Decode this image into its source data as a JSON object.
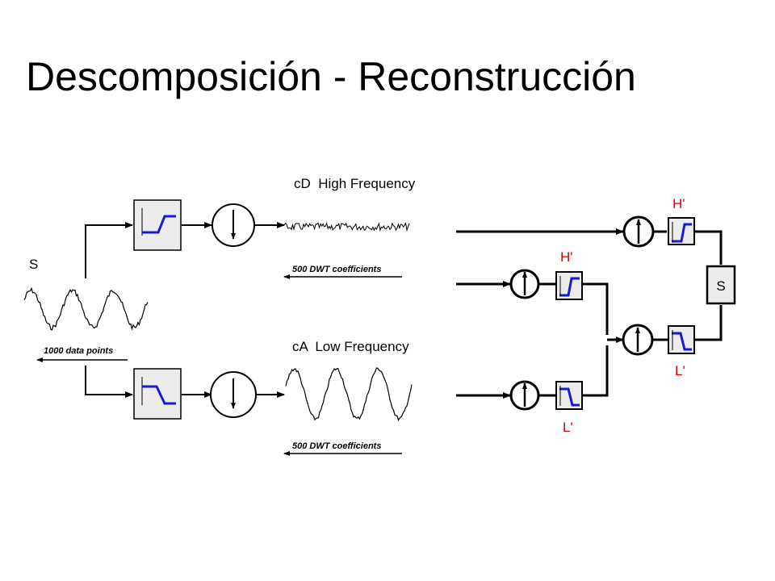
{
  "title": "Descomposición - Reconstrucción",
  "decomposition": {
    "signal_label": "S",
    "signal_note": "1000 data points",
    "detail_label": "cD  High Frequency",
    "detail_note": "500 DWT coefficients",
    "approx_label": "cA  Low Frequency",
    "approx_note": "500 DWT coefficients"
  },
  "reconstruction": {
    "h_prime_top": "H'",
    "h_prime_mid": "H'",
    "l_prime_bottom": "L'",
    "l_prime_right": "L'",
    "sum_label": "S"
  },
  "colors": {
    "filter_curve": "#1a1ad0",
    "prime_labels": "#dd0000"
  }
}
